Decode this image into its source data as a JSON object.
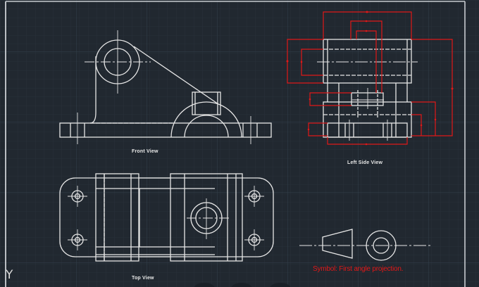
{
  "app": {
    "type": "CAD drawing viewport",
    "background_color": "#212830",
    "grid_color": "#2c3540",
    "line_color": "#e6e6e6",
    "dimension_color": "#e01818"
  },
  "views": {
    "front": {
      "label": "Front View"
    },
    "left_side": {
      "label": "Left Side View"
    },
    "top": {
      "label": "Top View"
    }
  },
  "projection_symbol": {
    "label": "Symbol: First angle projection."
  },
  "ucs_icon": {
    "axis_label": "Y"
  }
}
